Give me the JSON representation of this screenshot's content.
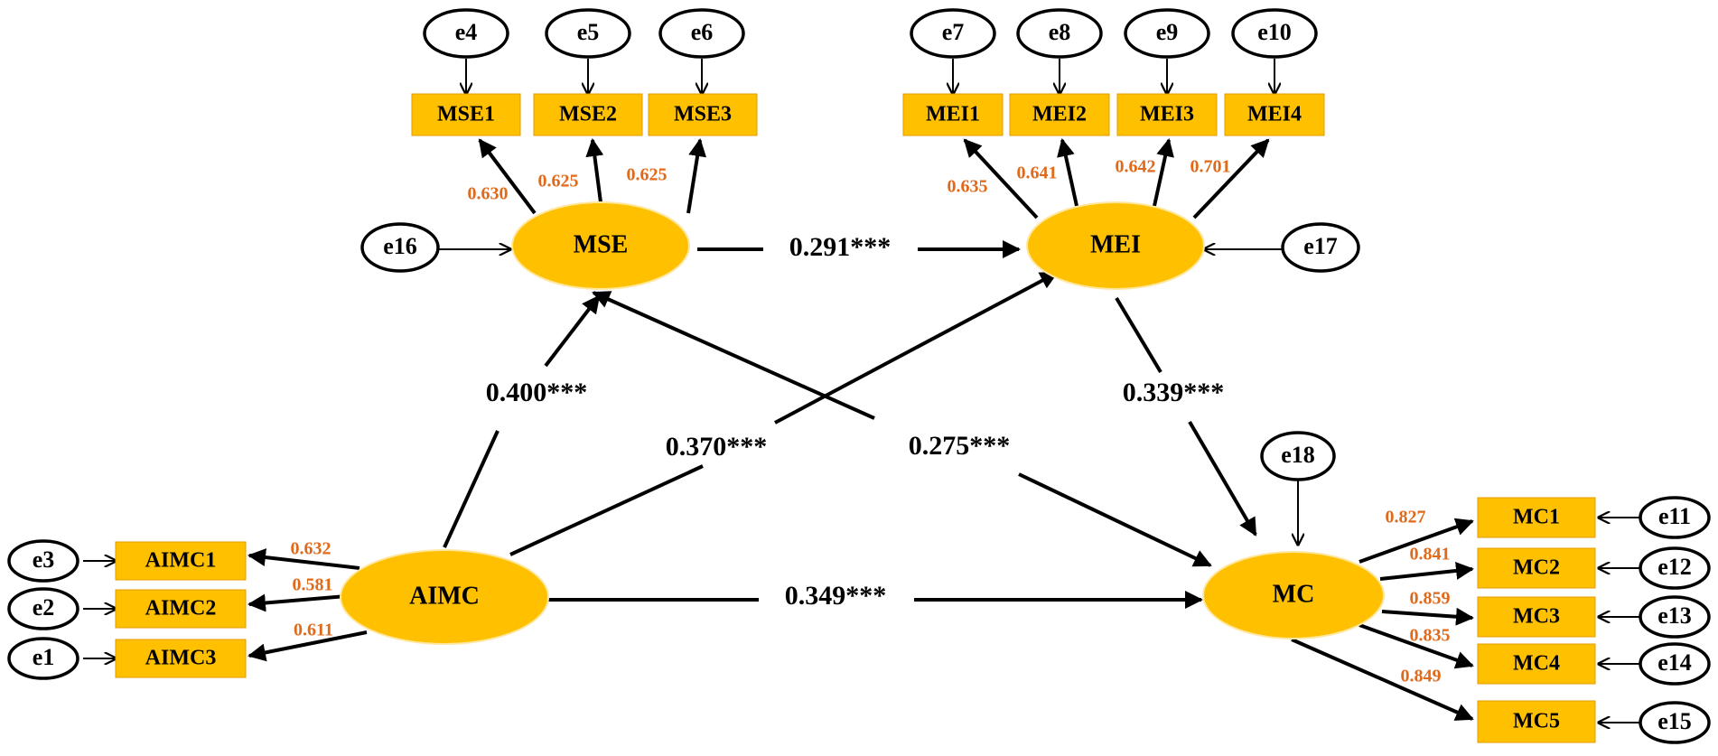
{
  "colors": {
    "latent_fill": "#FFC000",
    "indicator_fill": "#FFC000",
    "loading_text": "#E06A1B",
    "path_text": "#000000",
    "line": "#000000"
  },
  "latents": {
    "mse": "MSE",
    "mei": "MEI",
    "aimc": "AIMC",
    "mc": "MC"
  },
  "indicators": {
    "mse1": "MSE1",
    "mse2": "MSE2",
    "mse3": "MSE3",
    "mei1": "MEI1",
    "mei2": "MEI2",
    "mei3": "MEI3",
    "mei4": "MEI4",
    "aimc1": "AIMC1",
    "aimc2": "AIMC2",
    "aimc3": "AIMC3",
    "mc1": "MC1",
    "mc2": "MC2",
    "mc3": "MC3",
    "mc4": "MC4",
    "mc5": "MC5"
  },
  "errors": {
    "e1": "e1",
    "e2": "e2",
    "e3": "e3",
    "e4": "e4",
    "e5": "e5",
    "e6": "e6",
    "e7": "e7",
    "e8": "e8",
    "e9": "e9",
    "e10": "e10",
    "e11": "e11",
    "e12": "e12",
    "e13": "e13",
    "e14": "e14",
    "e15": "e15",
    "e16": "e16",
    "e17": "e17",
    "e18": "e18"
  },
  "loadings": {
    "mse1": "0.630",
    "mse2": "0.625",
    "mse3": "0.625",
    "mei1": "0.635",
    "mei2": "0.641",
    "mei3": "0.642",
    "mei4": "0.701",
    "aimc1": "0.632",
    "aimc2": "0.581",
    "aimc3": "0.611",
    "mc1": "0.827",
    "mc2": "0.841",
    "mc3": "0.859",
    "mc4": "0.835",
    "mc5": "0.849"
  },
  "paths": {
    "mse_mei": "0.291***",
    "aimc_mse": "0.400***",
    "aimc_mei": "0.370***",
    "mse_mc": "0.275***",
    "mei_mc": "0.339***",
    "aimc_mc": "0.349***"
  }
}
